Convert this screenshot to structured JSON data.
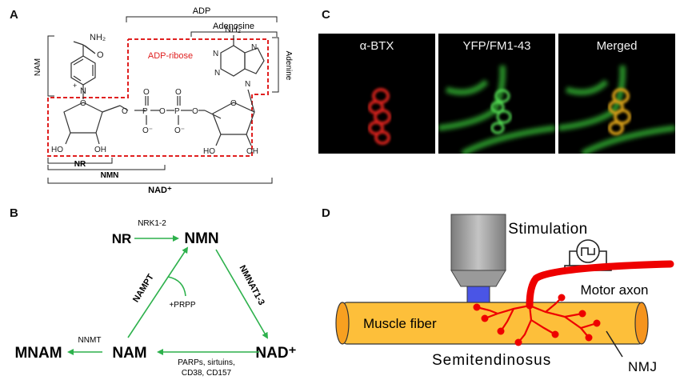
{
  "panels": {
    "a": "A",
    "b": "B",
    "c": "C",
    "d": "D"
  },
  "panel_a": {
    "top_brackets": {
      "adp": "ADP",
      "adenosine": "Adenosine"
    },
    "side_brackets": {
      "nam": "NAM",
      "adenine": "Adenine"
    },
    "adp_ribose": "ADP-ribose",
    "atoms": {
      "nh2_nam": "NH₂",
      "o_amide": "O",
      "n_plus": "N",
      "plus": "+",
      "nh2_ade": "NH₂",
      "n": "N",
      "o": "O",
      "p": "P",
      "o_minus": "O⁻",
      "oh": "OH",
      "ho": "HO"
    },
    "bottom_brackets": {
      "nr": "NR",
      "nmn": "NMN",
      "nad": "NAD⁺"
    }
  },
  "panel_b": {
    "nodes": {
      "nr": "NR",
      "nmn": "NMN",
      "nad": "NAD⁺",
      "nam": "NAM",
      "mnam": "MNAM"
    },
    "enzymes": {
      "nrk": "NRK1-2",
      "nmnat": "NMNAT1-3",
      "nampt": "NAMPT",
      "prpp": "+PRPP",
      "nnmt": "NNMT",
      "consumers_line1": "PARPs, sirtuins,",
      "consumers_line2": "CD38, CD157"
    }
  },
  "panel_c": {
    "images": [
      "α-BTX",
      "YFP/FM1-43",
      "Merged"
    ]
  },
  "panel_d": {
    "stimulation": "Stimulation",
    "motor_axon": "Motor axon",
    "muscle_fiber": "Muscle fiber",
    "muscle_name": "Semitendinosus",
    "nmj": "NMJ"
  },
  "colors": {
    "arrow_green": "#2db14c",
    "outline_red": "#e02020",
    "fiber_fill": "#fdbf3a",
    "axon_red": "#ee0000",
    "lens_blue": "#4a55e6",
    "signal_green": "#38c838",
    "signal_red": "#e22a1a"
  }
}
